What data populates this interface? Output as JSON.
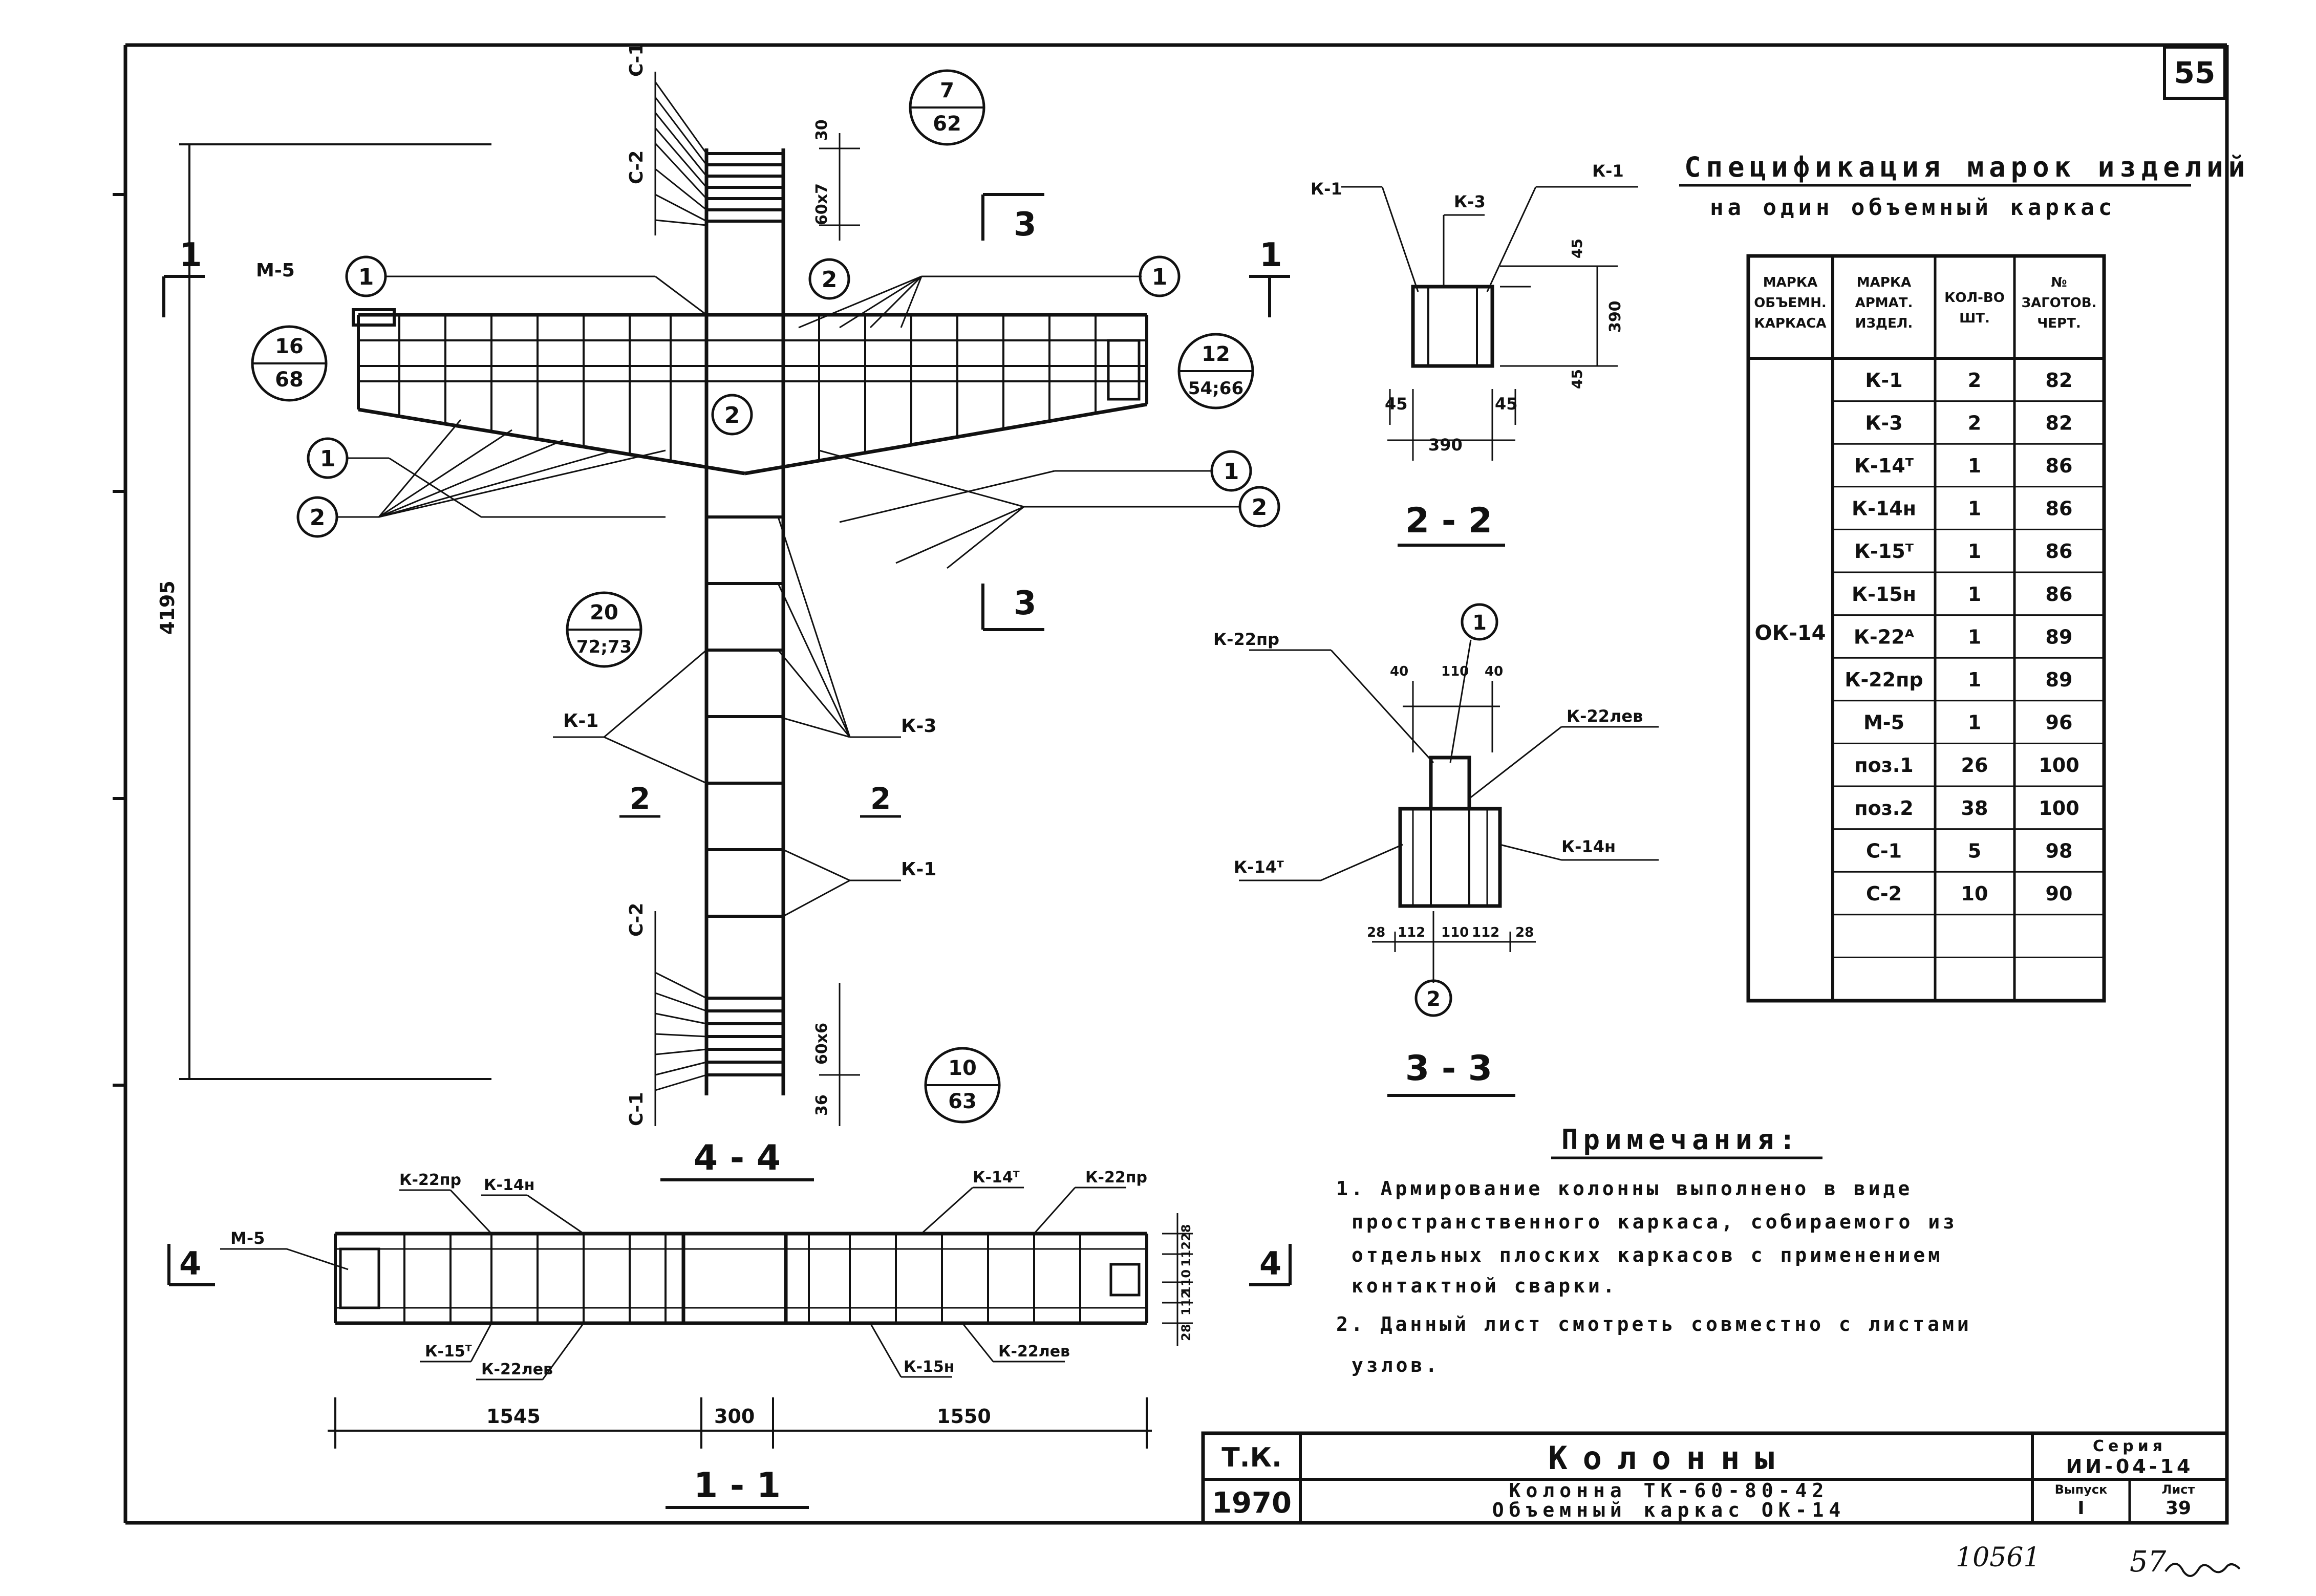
{
  "sheet_no": "55",
  "spec": {
    "title": "Спецификация марок изделий",
    "subtitle": "на один объемный каркас",
    "headers": [
      "Марка объемн. каркаса",
      "Марка армат. издел.",
      "Кол-во шт.",
      "№ заготов. черт."
    ],
    "frame_mark": "ОК-14",
    "rows": [
      [
        "К-1",
        "2",
        "82"
      ],
      [
        "К-3",
        "2",
        "82"
      ],
      [
        "К-14ᵀ",
        "1",
        "86"
      ],
      [
        "К-14н",
        "1",
        "86"
      ],
      [
        "К-15ᵀ",
        "1",
        "86"
      ],
      [
        "К-15н",
        "1",
        "86"
      ],
      [
        "К-22ᴬ",
        "1",
        "89"
      ],
      [
        "К-22пр",
        "1",
        "89"
      ],
      [
        "М-5",
        "1",
        "96"
      ],
      [
        "поз.1",
        "26",
        "100"
      ],
      [
        "поз.2",
        "38",
        "100"
      ],
      [
        "С-1",
        "5",
        "98"
      ],
      [
        "С-2",
        "10",
        "90"
      ],
      [
        "",
        "",
        ""
      ],
      [
        "",
        "",
        ""
      ]
    ]
  },
  "notes": {
    "title": "Примечания:",
    "lines": [
      "1. Армирование колонны выполнено в виде",
      "пространственного каркаса, собираемого из",
      "отдельных плоских каркасов с применением",
      "контактной сварки.",
      "2. Данный лист смотреть совместно с листами",
      "узлов."
    ]
  },
  "title_block": {
    "tk": "Т.К.",
    "year": "1970",
    "name": "Колонны",
    "desc1": "Колонна  ТК-60-80-42",
    "desc2": "Объемный  каркас  ОК-14",
    "series_label": "Серия",
    "series": "ИИ-04-14",
    "issue_label": "Выпуск",
    "issue": "I",
    "sheet_label": "Лист",
    "sheet": "39"
  },
  "stamps": {
    "left": "10561",
    "right": "57"
  },
  "views": {
    "v44": "4 - 4",
    "v22": "2 - 2",
    "v33": "3 - 3",
    "v11": "1 - 1",
    "cut1": "1",
    "cut3": "3",
    "cut4": "4",
    "cut2": "2"
  },
  "labels": {
    "c1": "С-1",
    "c2": "С-2",
    "m5": "М-5",
    "k1": "К-1",
    "k3": "К-3",
    "k22pr": "К-22пр",
    "k22lev": "К-22лев",
    "k14t": "К-14ᵀ",
    "k14n": "К-14н",
    "k15t": "К-15ᵀ",
    "k15n": "К-15н",
    "c1n": "1",
    "c2n": "2"
  },
  "refs": [
    {
      "top": "7",
      "bot": "62"
    },
    {
      "top": "16",
      "bot": "68"
    },
    {
      "top": "12",
      "bot": "54;66"
    },
    {
      "top": "20",
      "bot": "72;73"
    },
    {
      "top": "10",
      "bot": "63"
    }
  ],
  "dims": {
    "height": "4195",
    "d390": "390",
    "d45": "45",
    "d40": "40",
    "d110": "110",
    "d28": "28",
    "d112": "112",
    "d1545": "1545",
    "d300": "300",
    "d1550": "1550",
    "d30": "30",
    "d60x7": "60x7",
    "d60x6": "60x6",
    "d36": "36"
  }
}
